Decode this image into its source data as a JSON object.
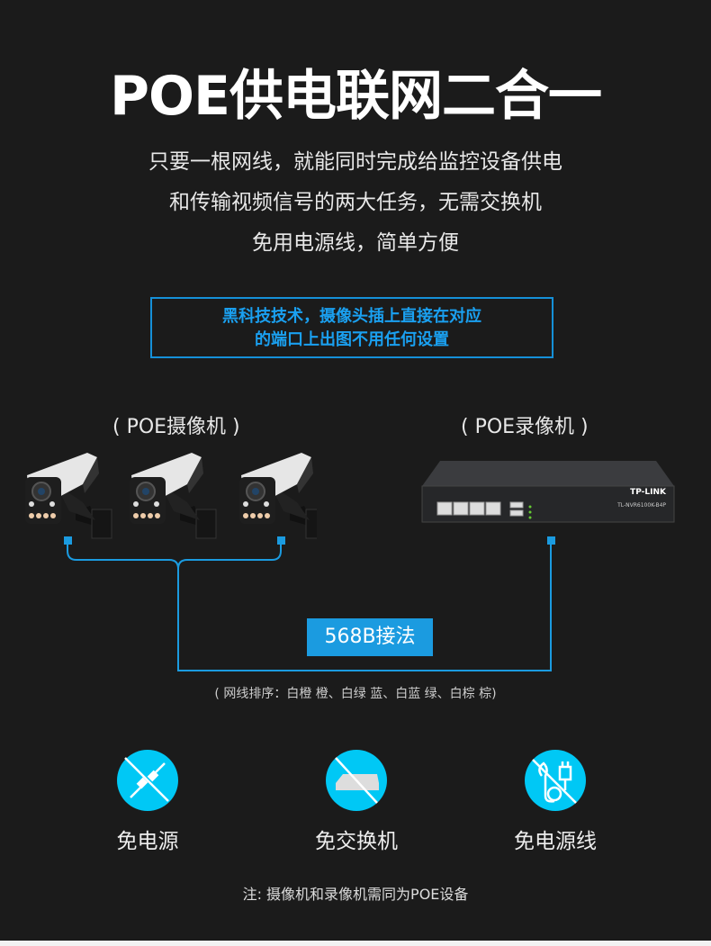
{
  "title": "POE供电联网二合一",
  "subtitle_lines": [
    "只要一根网线，就能同时完成给监控设备供电",
    "和传输视频信号的两大任务，无需交换机",
    "免用电源线，简单方便"
  ],
  "highlight_lines": [
    "黑科技技术，摄像头插上直接在对应",
    "的端口上出图不用任何设置"
  ],
  "camera_label": "( POE摄像机 )",
  "nvr_label": "( POE录像机 )",
  "nvr": {
    "brand": "TP-LINK",
    "model": "TL-NVR6100K-B4P"
  },
  "wiring_label": "568B接法",
  "wiring_note": "( 网线排序：白橙 橙、白绿 蓝、白蓝 绿、白棕 棕)",
  "features": [
    {
      "icon": "no-adapter-icon",
      "label": "免电源"
    },
    {
      "icon": "no-switch-icon",
      "label": "免交换机"
    },
    {
      "icon": "no-power-cord-icon",
      "label": "免电源线"
    }
  ],
  "footnote": "注: 摄像机和录像机需同为POE设备",
  "colors": {
    "accent": "#1b9be0",
    "icon_bg": "#00c8f5",
    "bg": "#1b1b1b"
  }
}
